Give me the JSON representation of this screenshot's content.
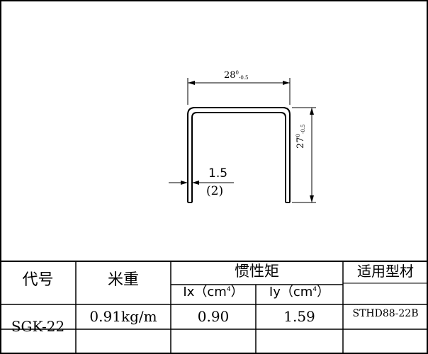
{
  "profile": {
    "width_main": "28",
    "width_tol": "-0.5",
    "width_tol_top": "0",
    "height_main": "27",
    "height_tol": "-0.5",
    "height_tol_top": "0",
    "thickness": "1.5",
    "thickness_alt": "(2)"
  },
  "table": {
    "col_code": "代号",
    "col_weight": "米重",
    "col_inertia": "惯性矩",
    "col_ix": "Ix（cm",
    "col_iy": "Iy（cm",
    "unit_exp": "4",
    "close_paren": "）",
    "col_model": "适用型材",
    "row": {
      "code": "SGK-22",
      "weight": "0.91kg/m",
      "ix": "0.90",
      "iy": "1.59",
      "model": "STHD88-22B"
    }
  }
}
